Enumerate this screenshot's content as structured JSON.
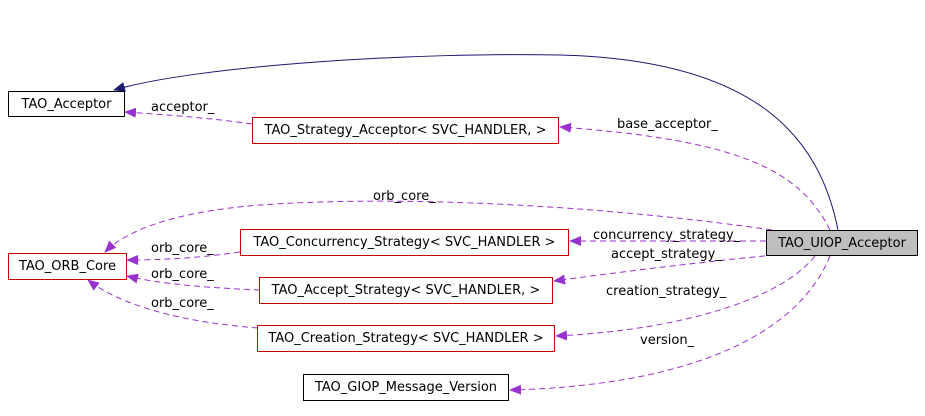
{
  "colors": {
    "inheritance_edge": "#191970",
    "usage_edge": "#9a32cd",
    "black_border": "#000000",
    "red_border": "#cc0000",
    "focus_fill": "#bfbfbf"
  },
  "nodes": {
    "acceptor": "TAO_Acceptor",
    "strategy_acceptor": "TAO_Strategy_Acceptor< SVC_HANDLER, >",
    "orb_core": "TAO_ORB_Core",
    "concurrency_strategy": "TAO_Concurrency_Strategy< SVC_HANDLER >",
    "accept_strategy": "TAO_Accept_Strategy< SVC_HANDLER, >",
    "creation_strategy": "TAO_Creation_Strategy< SVC_HANDLER >",
    "giop_message_version": "TAO_GIOP_Message_Version",
    "uiop_acceptor": "TAO_UIOP_Acceptor"
  },
  "edge_labels": {
    "acceptor": "acceptor_",
    "base_acceptor": "base_acceptor_",
    "orb_core_direct": "orb_core_",
    "orb_core_concurrency": "orb_core_",
    "orb_core_accept": "orb_core_",
    "orb_core_creation": "orb_core_",
    "concurrency_strategy": "concurrency_strategy_",
    "accept_strategy": "accept_strategy_",
    "creation_strategy": "creation_strategy_",
    "version": "version_"
  }
}
